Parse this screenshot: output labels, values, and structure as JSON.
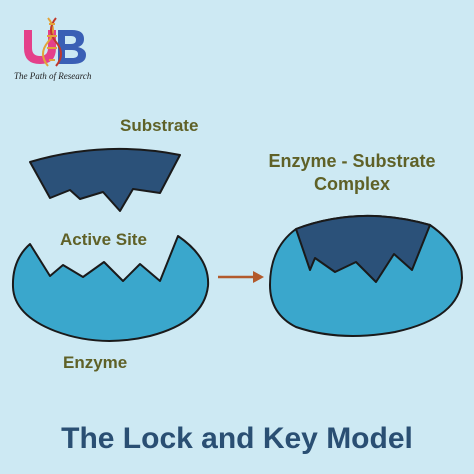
{
  "logo": {
    "text": "UB",
    "tagline": "The Path of Research"
  },
  "labels": {
    "substrate": "Substrate",
    "active_site": "Active Site",
    "enzyme": "Enzyme",
    "complex": "Enzyme - Substrate Complex"
  },
  "title": "The Lock and Key Model",
  "colors": {
    "background": "#cde9f3",
    "enzyme_fill": "#3aa7cc",
    "substrate_fill": "#2b5179",
    "outline": "#1a1a1a",
    "arrow": "#b25a2c",
    "label_text": "#5f6127",
    "title_text": "#2a4f73",
    "logo_pink": "#e4408a",
    "logo_blue": "#3a5fb5",
    "logo_dna": "#e2a43a"
  }
}
